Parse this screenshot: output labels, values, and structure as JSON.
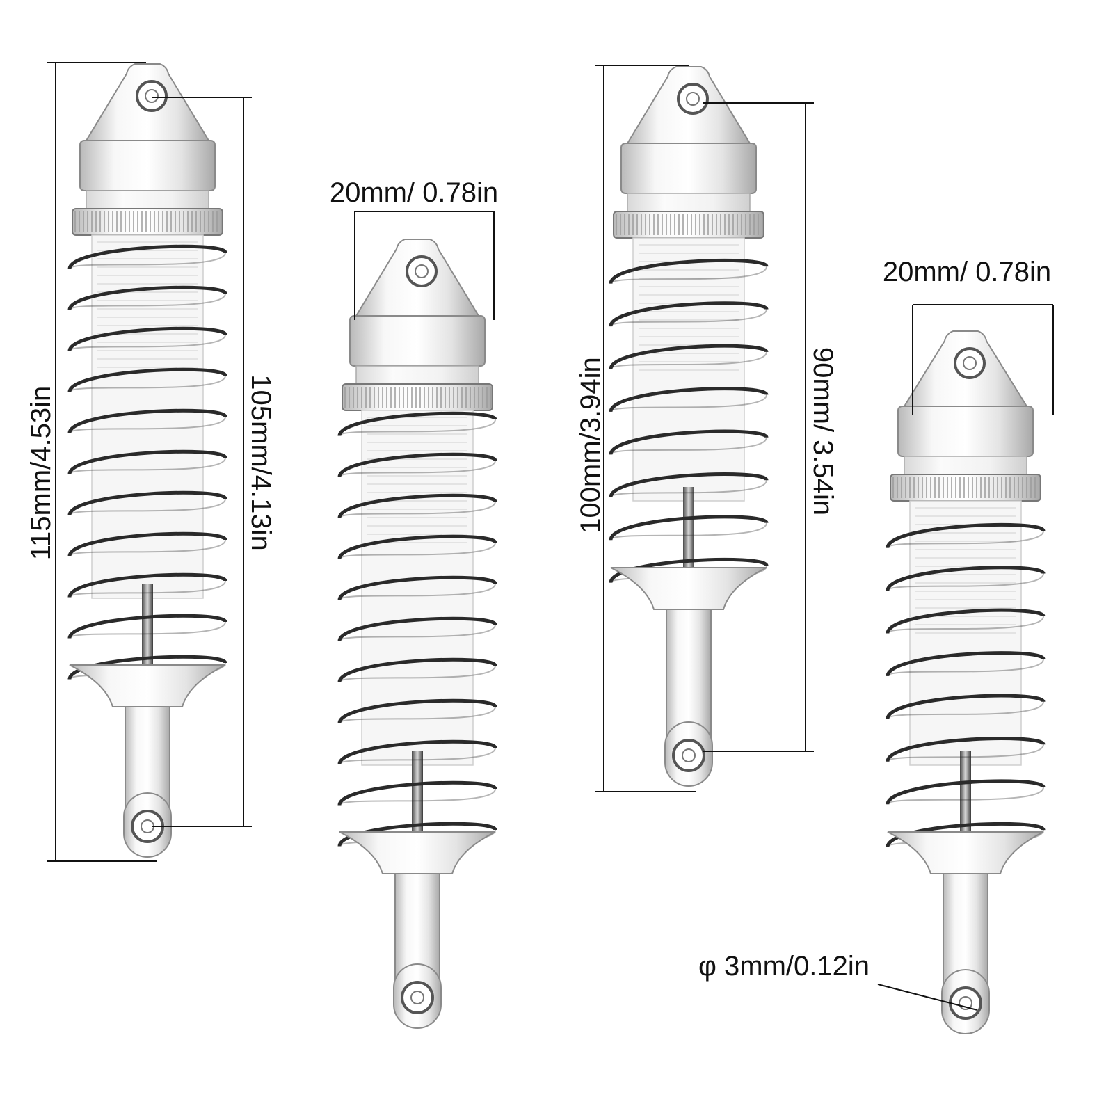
{
  "dimensions": {
    "shock1_overall": "115mm/4.53in",
    "shock1_eyelet": "105mm/4.13in",
    "shock2_width": "20mm/ 0.78in",
    "shock3_overall": "100mm/3.94in",
    "shock3_eyelet": "90mm/ 3.54in",
    "shock4_width": "20mm/ 0.78in",
    "hole_diameter": "φ 3mm/0.12in"
  },
  "colors": {
    "background": "#ffffff",
    "dimension_line": "#111111",
    "spring": "#2a2a2a",
    "aluminum": "#e6e6e6",
    "aluminum_edge": "#8a8a8a"
  }
}
